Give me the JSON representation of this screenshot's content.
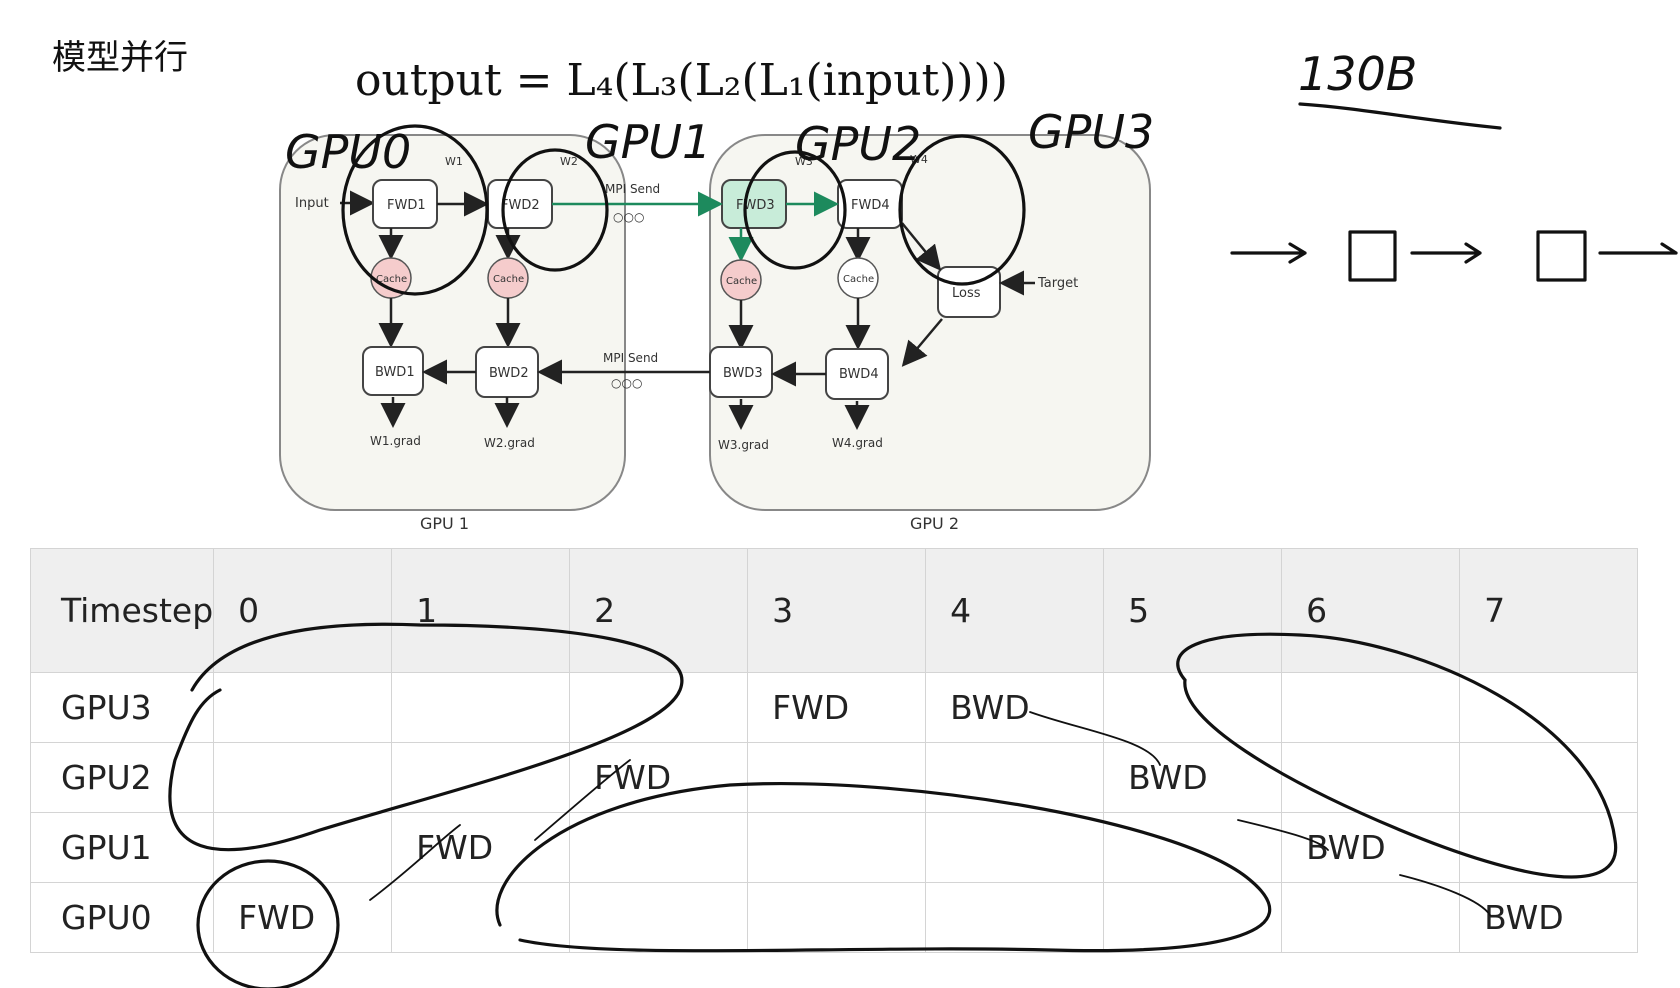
{
  "heading": "模型并行",
  "formula": "output = L₄(L₃(L₂(L₁(input))))",
  "diagram": {
    "input_label": "Input",
    "target_label": "Target",
    "loss_label": "Loss",
    "mpi_send_label": "MPI Send",
    "dots": "○○○",
    "group_labels": [
      "GPU 1",
      "GPU 2"
    ],
    "fwd": [
      "FWD1",
      "FWD2",
      "FWD3",
      "FWD4"
    ],
    "bwd": [
      "BWD1",
      "BWD2",
      "BWD3",
      "BWD4"
    ],
    "cache": "Cache",
    "weights": [
      "W1",
      "W2",
      "W3",
      "W4"
    ],
    "grads": [
      "W1.grad",
      "W2.grad",
      "W3.grad",
      "W4.grad"
    ]
  },
  "handwritten": {
    "gpu_labels": [
      "GPU0",
      "GPU1",
      "GPU2",
      "GPU3"
    ],
    "size_note": "130B"
  },
  "table": {
    "header": [
      "Timestep",
      "0",
      "1",
      "2",
      "3",
      "4",
      "5",
      "6",
      "7"
    ],
    "rows": [
      {
        "label": "GPU3",
        "cells": [
          "",
          "",
          "",
          "FWD",
          "BWD",
          "",
          "",
          ""
        ]
      },
      {
        "label": "GPU2",
        "cells": [
          "",
          "",
          "FWD",
          "",
          "",
          "BWD",
          "",
          ""
        ]
      },
      {
        "label": "GPU1",
        "cells": [
          "",
          "FWD",
          "",
          "",
          "",
          "",
          "BWD",
          ""
        ]
      },
      {
        "label": "GPU0",
        "cells": [
          "FWD",
          "",
          "",
          "",
          "",
          "",
          "",
          "BWD"
        ]
      }
    ]
  }
}
